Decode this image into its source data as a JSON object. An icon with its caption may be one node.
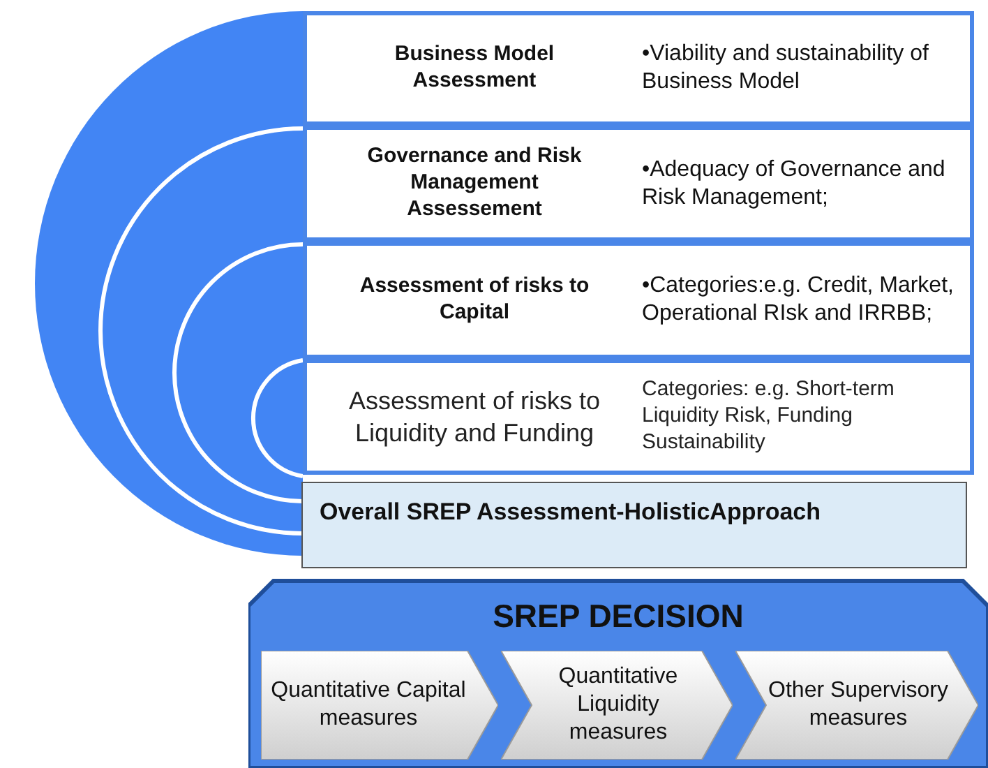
{
  "diagram": {
    "nodes": [
      {
        "text": [
          "Business Model Assessment",
          "•Viability and sustainability of Business Model"
        ]
      },
      {
        "text": [
          "Governance and Risk Management Assessement",
          "•Adequacy of Governance and Risk Management;"
        ]
      },
      {
        "text": [
          "Assessment of risks to Capital",
          "•Categories:e.g. Credit, Market, Operational RIsk and IRRBB;"
        ]
      },
      {
        "text": [
          "Assessment of risks to Liquidity and Funding",
          "Categories: e.g. Short-term Liquidity Risk, Funding Sustainability"
        ]
      },
      {
        "text": [
          "Overall SREP Assessment-HolisticApproach"
        ]
      },
      {
        "text": [
          "SREP DECISION"
        ]
      },
      {
        "text": [
          "Quantitative Capital measures"
        ],
        "in": 5
      },
      {
        "text": [
          "Quantitative Liquidity measures"
        ],
        "in": 5
      },
      {
        "text": [
          "Other Supervisory measures"
        ],
        "in": 5
      }
    ]
  }
}
